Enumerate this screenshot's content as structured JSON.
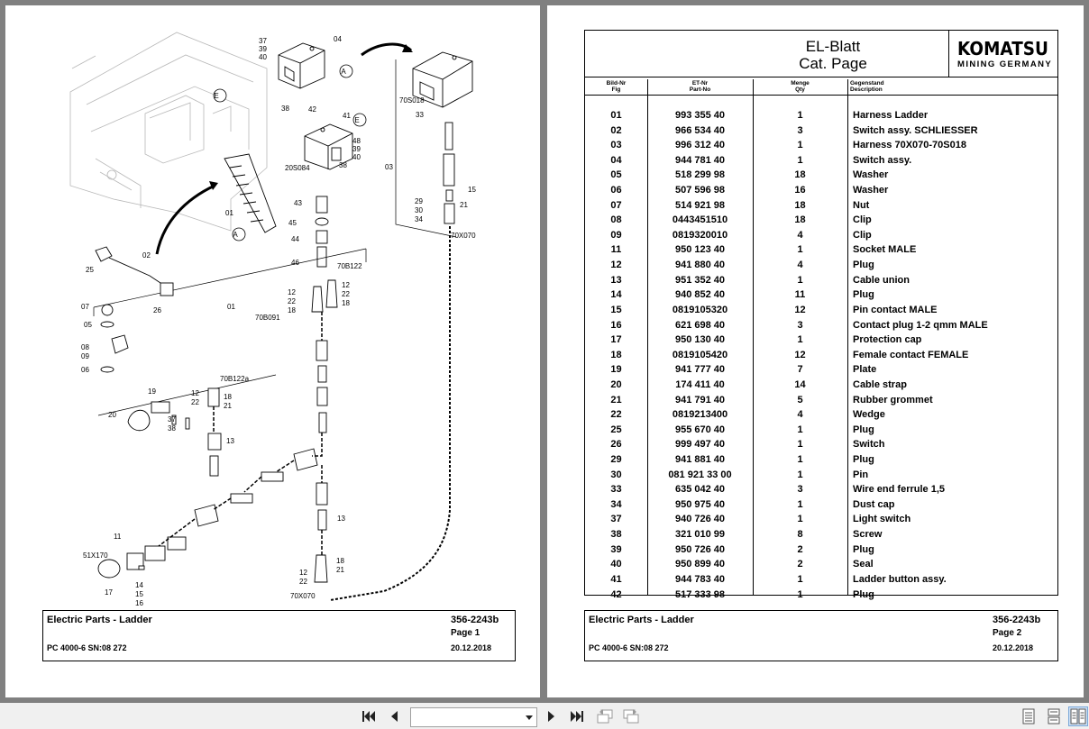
{
  "page1": {
    "footer": {
      "title": "Electric Parts - Ladder",
      "doc_no": "356-2243b",
      "page": "Page 1",
      "model": "PC 4000-6 SN:08 272",
      "date": "20.12.2018"
    },
    "callouts": [
      "37",
      "39",
      "40",
      "04",
      "A",
      "38",
      "42",
      "41",
      "E",
      "48",
      "39",
      "40",
      "38",
      "20S084",
      "43",
      "45",
      "44",
      "46",
      "E",
      "01",
      "A",
      "02",
      "25",
      "26",
      "03",
      "70S018",
      "33",
      "15",
      "29",
      "30",
      "34",
      "21",
      "70X070",
      "70B122",
      "12",
      "22",
      "18",
      "12",
      "22",
      "18",
      "70B091",
      "01",
      "07",
      "05",
      "08",
      "09",
      "06",
      "19",
      "20",
      "37",
      "38",
      "70B122a",
      "12",
      "22",
      "18",
      "21",
      "13",
      "11",
      "51X170",
      "17",
      "14",
      "15",
      "16",
      "13",
      "18",
      "21",
      "12",
      "22",
      "70X070"
    ]
  },
  "page2": {
    "title_line1": "EL-Blatt",
    "title_line2": "Cat. Page",
    "logo": "KOMATSU",
    "logo_sub": "MINING GERMANY",
    "columns": {
      "fig": [
        "Bild-Nr",
        "Fig"
      ],
      "part": [
        "ET-Nr",
        "Part-No"
      ],
      "qty": [
        "Menge",
        "Qty"
      ],
      "desc": [
        "Gegenstand",
        "Description"
      ]
    },
    "rows": [
      {
        "fig": "01",
        "part": "993 355 40",
        "qty": "1",
        "desc": "Harness Ladder"
      },
      {
        "fig": "02",
        "part": "966 534 40",
        "qty": "3",
        "desc": "Switch assy. SCHLIESSER"
      },
      {
        "fig": "03",
        "part": "996 312 40",
        "qty": "1",
        "desc": "Harness 70X070-70S018"
      },
      {
        "fig": "04",
        "part": "944 781 40",
        "qty": "1",
        "desc": "Switch assy."
      },
      {
        "fig": "05",
        "part": "518 299 98",
        "qty": "18",
        "desc": "Washer"
      },
      {
        "fig": "06",
        "part": "507 596 98",
        "qty": "16",
        "desc": "Washer"
      },
      {
        "fig": "07",
        "part": "514 921 98",
        "qty": "18",
        "desc": "Nut"
      },
      {
        "fig": "08",
        "part": "0443451510",
        "qty": "18",
        "desc": "Clip"
      },
      {
        "fig": "09",
        "part": "0819320010",
        "qty": "4",
        "desc": "Clip"
      },
      {
        "fig": "11",
        "part": "950 123 40",
        "qty": "1",
        "desc": "Socket MALE"
      },
      {
        "fig": "12",
        "part": "941 880 40",
        "qty": "4",
        "desc": "Plug"
      },
      {
        "fig": "13",
        "part": "951 352 40",
        "qty": "1",
        "desc": "Cable union"
      },
      {
        "fig": "14",
        "part": "940 852 40",
        "qty": "11",
        "desc": "Plug"
      },
      {
        "fig": "15",
        "part": "0819105320",
        "qty": "12",
        "desc": "Pin contact MALE"
      },
      {
        "fig": "16",
        "part": "621 698 40",
        "qty": "3",
        "desc": "Contact plug 1-2 qmm MALE"
      },
      {
        "fig": "17",
        "part": "950 130 40",
        "qty": "1",
        "desc": "Protection cap"
      },
      {
        "fig": "18",
        "part": "0819105420",
        "qty": "12",
        "desc": "Female contact FEMALE"
      },
      {
        "fig": "19",
        "part": "941 777 40",
        "qty": "7",
        "desc": "Plate"
      },
      {
        "fig": "20",
        "part": "174 411 40",
        "qty": "14",
        "desc": "Cable strap"
      },
      {
        "fig": "21",
        "part": "941 791 40",
        "qty": "5",
        "desc": "Rubber grommet"
      },
      {
        "fig": "22",
        "part": "0819213400",
        "qty": "4",
        "desc": "Wedge"
      },
      {
        "fig": "25",
        "part": "955 670 40",
        "qty": "1",
        "desc": "Plug"
      },
      {
        "fig": "26",
        "part": "999 497 40",
        "qty": "1",
        "desc": "Switch"
      },
      {
        "fig": "29",
        "part": "941 881 40",
        "qty": "1",
        "desc": "Plug"
      },
      {
        "fig": "30",
        "part": "081 921 33 00",
        "qty": "1",
        "desc": "Pin"
      },
      {
        "fig": "33",
        "part": "635 042 40",
        "qty": "3",
        "desc": "Wire end ferrule 1,5"
      },
      {
        "fig": "34",
        "part": "950 975 40",
        "qty": "1",
        "desc": "Dust cap"
      },
      {
        "fig": "37",
        "part": "940 726 40",
        "qty": "1",
        "desc": "Light switch"
      },
      {
        "fig": "38",
        "part": "321 010 99",
        "qty": "8",
        "desc": "Screw"
      },
      {
        "fig": "39",
        "part": "950 726 40",
        "qty": "2",
        "desc": "Plug"
      },
      {
        "fig": "40",
        "part": "950 899 40",
        "qty": "2",
        "desc": "Seal"
      },
      {
        "fig": "41",
        "part": "944 783 40",
        "qty": "1",
        "desc": "Ladder button assy."
      },
      {
        "fig": "42",
        "part": "517 333 98",
        "qty": "1",
        "desc": "Plug"
      }
    ],
    "footer": {
      "title": "Electric Parts - Ladder",
      "doc_no": "356-2243b",
      "page": "Page 2",
      "model": "PC 4000-6 SN:08 272",
      "date": "20.12.2018"
    }
  },
  "toolbar": {
    "page_select_value": "",
    "icons": [
      "first-page-icon",
      "previous-page-icon",
      "next-page-icon",
      "last-page-icon",
      "go-back-view-icon",
      "go-forward-view-icon",
      "single-page-view-icon",
      "continuous-view-icon",
      "two-page-view-icon"
    ]
  }
}
